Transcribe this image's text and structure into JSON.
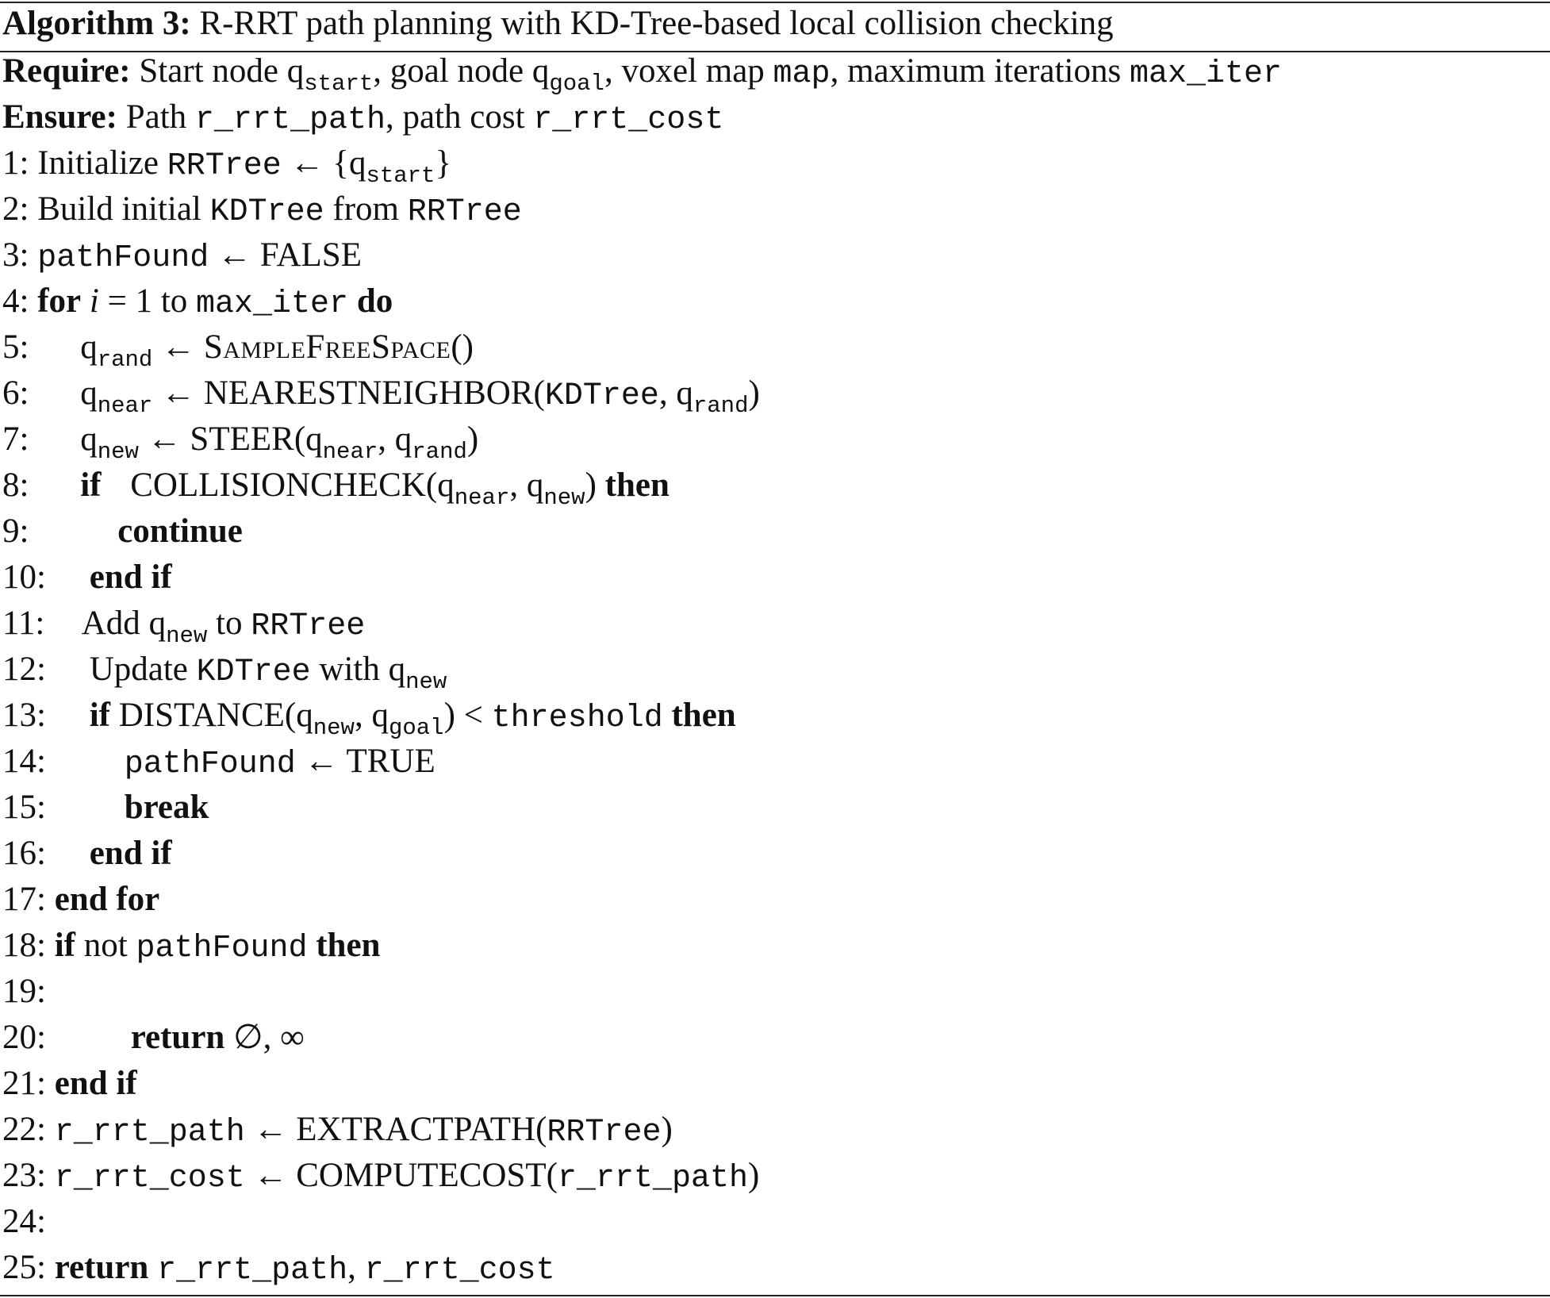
{
  "caption": {
    "label": "Algorithm 3:",
    "title": "R-RRT path planning with KD-Tree-based local collision checking"
  },
  "require": {
    "label": "Require:",
    "t1": "Start node",
    "q": "q",
    "start": "start",
    "t2": ", goal node",
    "goal": "goal",
    "t3": ", voxel map",
    "map": "map",
    "t4": ", maximum iterations",
    "max_iter": "max_iter"
  },
  "ensure": {
    "label": "Ensure:",
    "t1": "Path",
    "path": "r_rrt_path",
    "t2": ", path cost",
    "cost": "r_rrt_cost"
  },
  "sym": {
    "q": "q",
    "arrow": "←",
    "lbrace": "{",
    "rbrace": "}",
    "lparen": "(",
    "rparen": ")",
    "comma": ",",
    "lt": "<",
    "empty": "∅",
    "inf": "∞",
    "eq": "=",
    "i": "i",
    "one": "1"
  },
  "names": {
    "RRTree": "RRTree",
    "KDTree": "KDTree",
    "pathFound": "pathFound",
    "max_iter": "max_iter",
    "threshold": "threshold",
    "r_rrt_path": "r_rrt_path",
    "r_rrt_cost": "r_rrt_cost",
    "start": "start",
    "goal": "goal",
    "rand": "rand",
    "near": "near",
    "new": "new"
  },
  "words": {
    "initialize": "Initialize",
    "build": "Build initial",
    "from": "from",
    "false": "FALSE",
    "true": "TRUE",
    "for": "for",
    "to": "to",
    "do": "do",
    "sample": "SampleFreeSpace",
    "nearest": "NEARESTNEIGHBOR",
    "steer": "STEER",
    "if": "if",
    "collision": "COLLISIONCHECK",
    "then": "then",
    "continue": "continue",
    "endif": "end if",
    "add": "Add",
    "update": "Update",
    "with": "with",
    "distance": "DISTANCE",
    "break": "break",
    "endfor": "end for",
    "not": "not",
    "return": "return",
    "extract": "EXTRACTPATH",
    "compute": "COMPUTECOST"
  },
  "lines": {
    "n1": "1:",
    "n2": "2:",
    "n3": "3:",
    "n4": "4:",
    "n5": "5:",
    "n6": "6:",
    "n7": "7:",
    "n8": "8:",
    "n9": "9:",
    "n10": "10:",
    "n11": "11:",
    "n12": "12:",
    "n13": "13:",
    "n14": "14:",
    "n15": "15:",
    "n16": "16:",
    "n17": "17:",
    "n18": "18:",
    "n19": "19:",
    "n20": "20:",
    "n21": "21:",
    "n22": "22:",
    "n23": "23:",
    "n24": "24:",
    "n25": "25:"
  }
}
